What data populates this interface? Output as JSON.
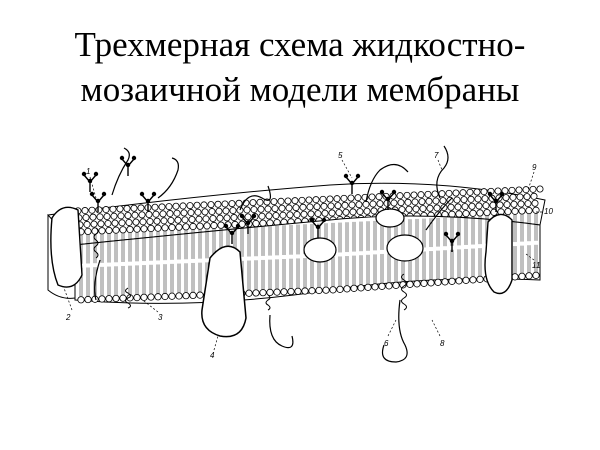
{
  "slide": {
    "title_line1": "Трехмерная схема жидкостно-",
    "title_line2": "мозаичной модели мембраны"
  },
  "diagram": {
    "labels": [
      "1",
      "2",
      "3",
      "4",
      "5",
      "6",
      "7",
      "8",
      "9",
      "10",
      "11"
    ]
  },
  "colors": {
    "ink": "#000000",
    "background": "#ffffff"
  }
}
